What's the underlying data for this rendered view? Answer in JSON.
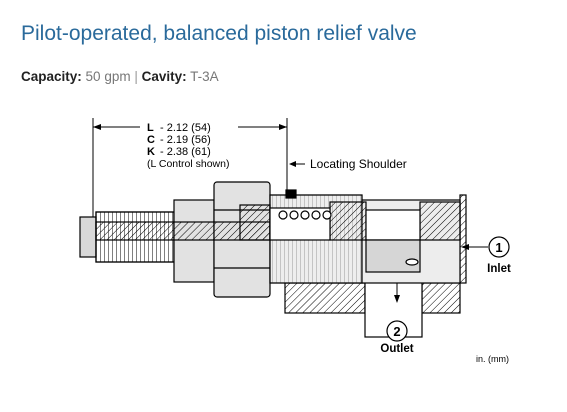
{
  "page": {
    "title": "Pilot-operated, balanced piston relief valve"
  },
  "specs": {
    "capacity_label": "Capacity:",
    "capacity_value": "50 gpm",
    "separator": "|",
    "cavity_label": "Cavity:",
    "cavity_value": "T-3A"
  },
  "diagram": {
    "dimensions": [
      {
        "code": "L",
        "value": "- 2.12 (54)"
      },
      {
        "code": "C",
        "value": "- 2.19 (56)"
      },
      {
        "code": "K",
        "value": "- 2.38 (61)"
      }
    ],
    "control_note": "(L Control shown)",
    "locating_shoulder": "Locating Shoulder",
    "port_1_number": "1",
    "port_1_label": "Inlet",
    "port_2_number": "2",
    "port_2_label": "Outlet",
    "units": "in. (mm)"
  }
}
